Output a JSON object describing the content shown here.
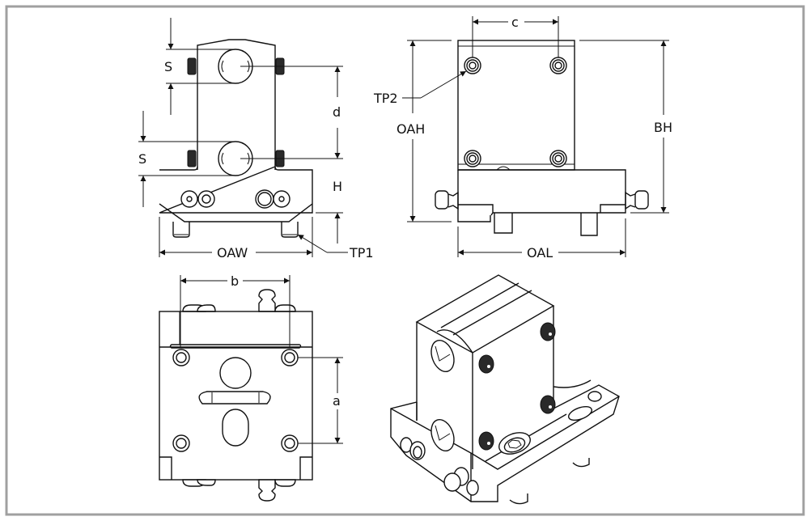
{
  "drawing": {
    "title": "Tool holder dimension drawing",
    "border_color": "#a0a0a0",
    "line_color": "#111111",
    "views": {
      "front": {
        "labels": {
          "s_top": "S",
          "s_bottom": "S",
          "d": "d",
          "h": "H",
          "oaw": "OAW",
          "tp1": "TP1"
        }
      },
      "side": {
        "labels": {
          "c": "c",
          "tp2": "TP2",
          "oah": "OAH",
          "bh": "BH",
          "oal": "OAL"
        }
      },
      "bottom": {
        "labels": {
          "b": "b",
          "a": "a"
        }
      },
      "isometric": {
        "label": ""
      }
    }
  }
}
